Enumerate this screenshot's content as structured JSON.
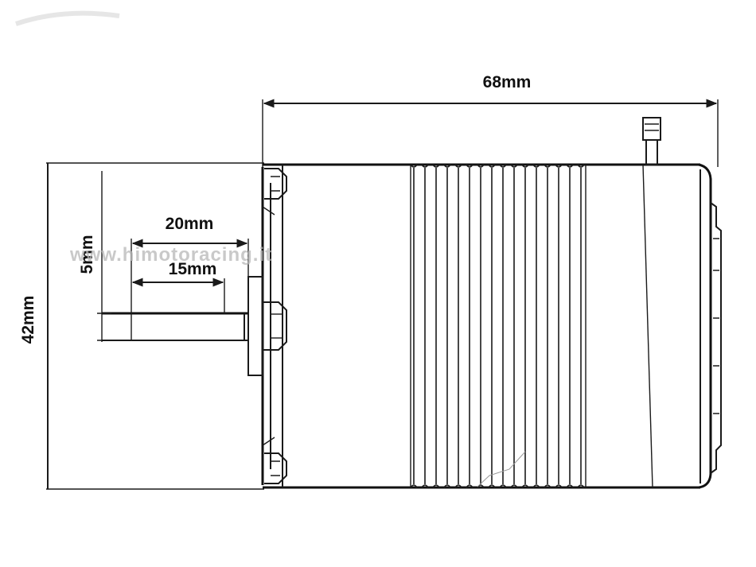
{
  "dimensions": {
    "length": "68mm",
    "diameter": "42mm",
    "shaft_total": "20mm",
    "shaft_exposed": "15mm",
    "shaft_diameter": "5mm"
  },
  "watermark": "www.himotoracing.it",
  "colors": {
    "line": "#1a1a1a",
    "background": "#ffffff",
    "watermark": "#b8b8b8"
  }
}
